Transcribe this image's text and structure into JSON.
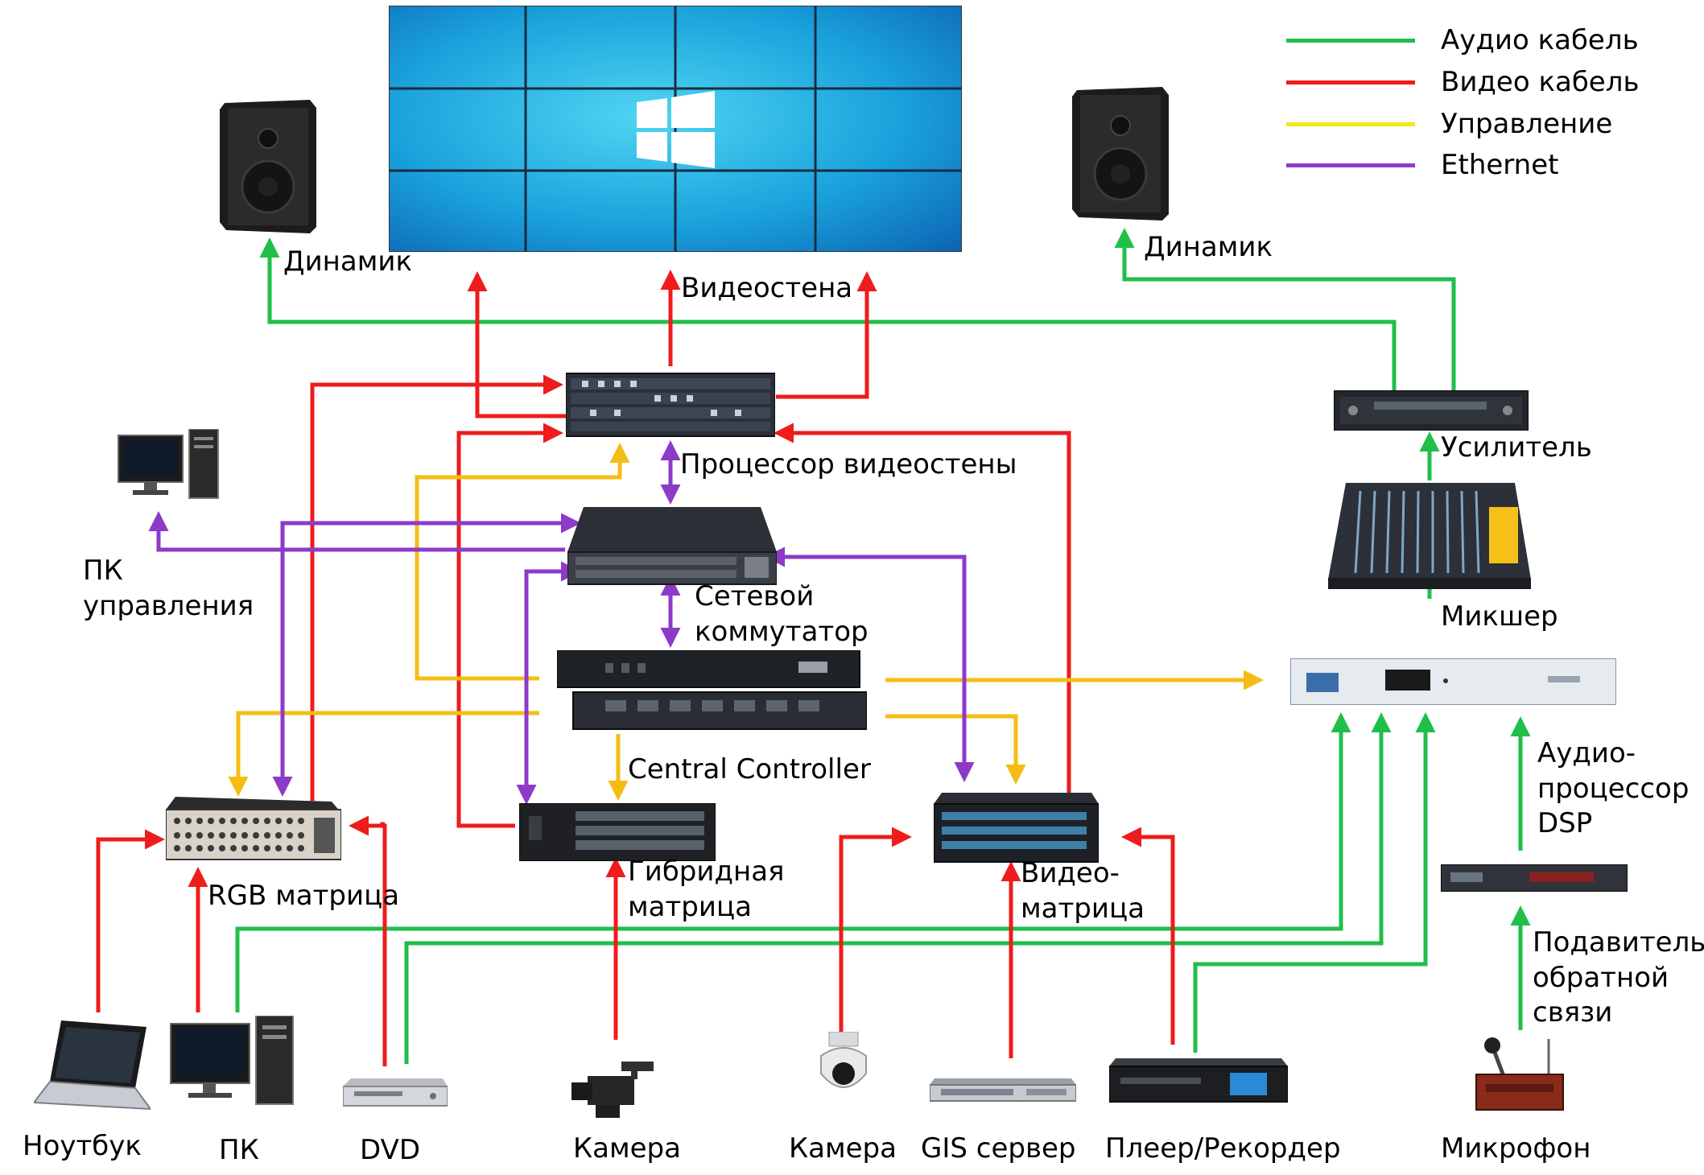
{
  "legend": {
    "audio": {
      "label": "Аудио кабель",
      "color": "#1fbf4a"
    },
    "video": {
      "label": "Видео кабель",
      "color": "#ee1c1c"
    },
    "control": {
      "label": "Управление",
      "color": "#f5bd14"
    },
    "ethernet": {
      "label": "Ethernet",
      "color": "#8e3ac8"
    }
  },
  "devices": {
    "speaker_left": {
      "label": "Динамик",
      "icon": "speaker-icon"
    },
    "speaker_right": {
      "label": "Динамик",
      "icon": "speaker-icon"
    },
    "video_wall": {
      "label": "Видеостена",
      "icon": "windows-logo-icon"
    },
    "wall_processor": {
      "label": "Процессор видеостены"
    },
    "control_pc": {
      "label_lines": [
        "ПК",
        "управления"
      ]
    },
    "network_switch": {
      "label_lines": [
        "Сетевой",
        "коммутатор"
      ]
    },
    "central_controller": {
      "label": "Central Controller"
    },
    "rgb_matrix": {
      "label": "RGB матрица"
    },
    "hybrid_matrix": {
      "label_lines": [
        "Гибридная",
        "матрица"
      ]
    },
    "video_matrix": {
      "label_lines": [
        "Видео-",
        "матрица"
      ]
    },
    "amplifier": {
      "label": "Усилитель"
    },
    "mixer": {
      "label": "Микшер"
    },
    "dsp": {
      "label_lines": [
        "Аудио-",
        "процессор",
        "DSP"
      ]
    },
    "feedback_suppressor": {
      "label_lines": [
        "Подавитель",
        "обратной",
        "связи"
      ]
    },
    "laptop": {
      "label": "Ноутбук"
    },
    "pc": {
      "label": "ПК"
    },
    "dvd": {
      "label": "DVD"
    },
    "camcorder": {
      "label": "Камера"
    },
    "ptz_camera": {
      "label": "Камера"
    },
    "gis_server": {
      "label": "GIS сервер"
    },
    "player_recorder": {
      "label": "Плеер/Рекордер"
    },
    "microphone": {
      "label": "Микрофон"
    }
  }
}
